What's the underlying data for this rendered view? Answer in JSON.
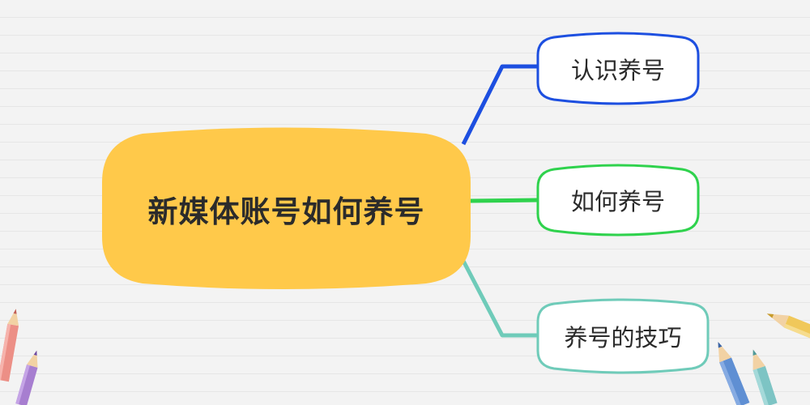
{
  "central_topic": {
    "label": "新媒体账号如何养号",
    "color": "#ffc94a"
  },
  "branches": [
    {
      "label": "认识养号",
      "color": "#1d4fe0"
    },
    {
      "label": "如何养号",
      "color": "#2fd24d"
    },
    {
      "label": "养号的技巧",
      "color": "#6fcbb9"
    }
  ],
  "decorations": [
    "pencil-icon",
    "pencil-icon",
    "pencil-icon",
    "pencil-icon",
    "pencil-icon"
  ]
}
